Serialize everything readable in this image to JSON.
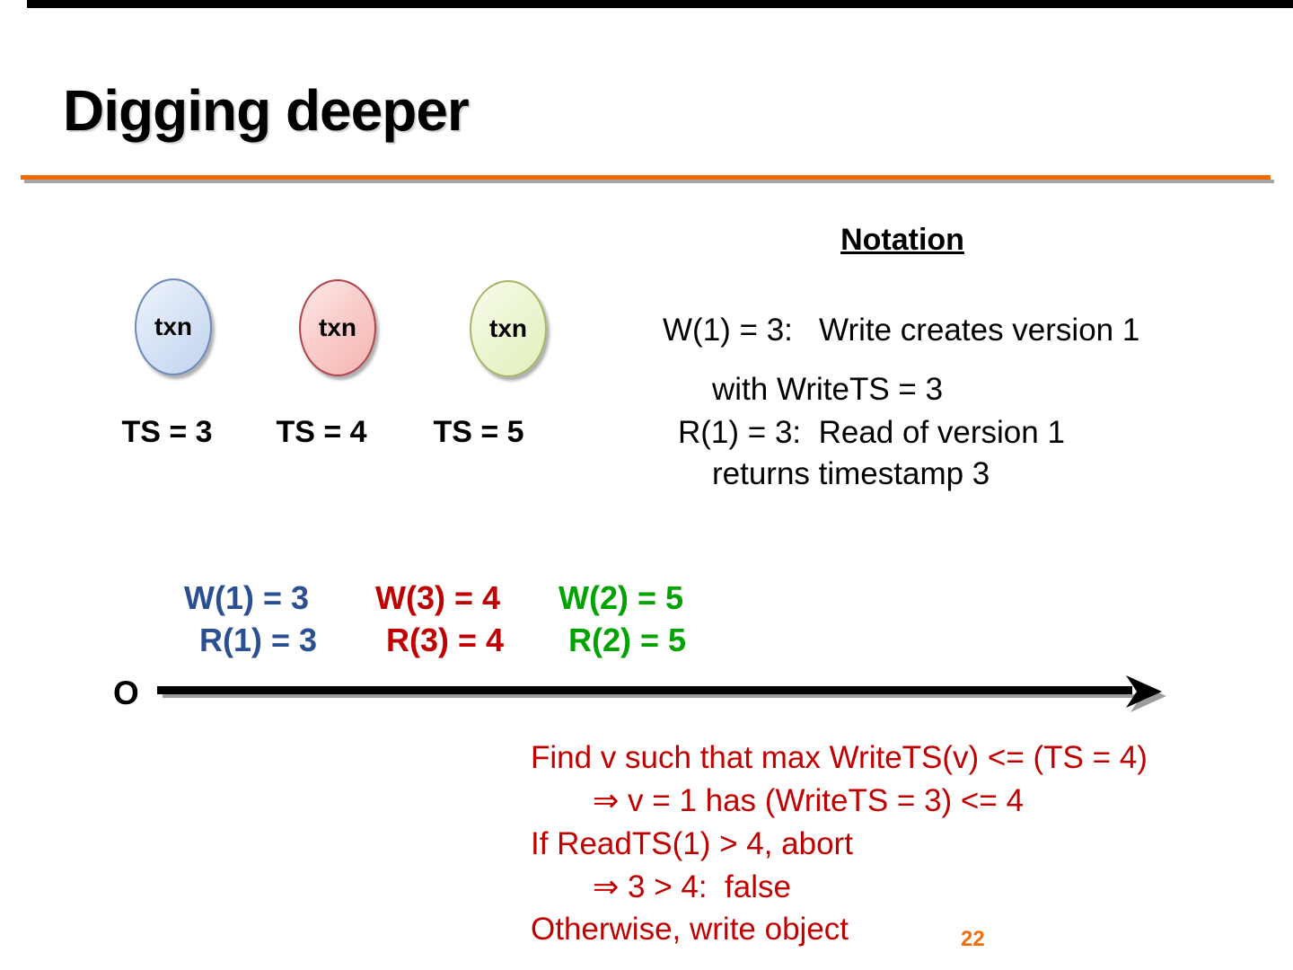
{
  "slide": {
    "title": "Digging deeper",
    "page_number": "22"
  },
  "colors": {
    "divider_orange": "#f06a00",
    "event_blue": "#2a4f92",
    "event_red": "#c00000",
    "event_green": "#00a300",
    "analysis_red": "#c00000",
    "page_number_orange": "#f26d0c",
    "ellipse_blue_fill": "#c3d4ee",
    "ellipse_red_fill": "#f5b5b2",
    "ellipse_green_fill": "#e2efbc"
  },
  "transactions": [
    {
      "label": "txn",
      "ts_label": "TS = 3",
      "color": "blue"
    },
    {
      "label": "txn",
      "ts_label": "TS = 4",
      "color": "red"
    },
    {
      "label": "txn",
      "ts_label": "TS = 5",
      "color": "green"
    }
  ],
  "notation": {
    "heading": "Notation",
    "lines": [
      "W(1) = 3:   Write creates version 1",
      "with WriteTS = 3",
      "R(1) = 3:  Read of version 1",
      "returns timestamp 3"
    ]
  },
  "timeline": {
    "object_label": "O",
    "writes": [
      {
        "text": "W(1) = 3",
        "color": "#2a4f92"
      },
      {
        "text": "W(3) = 4",
        "color": "#c00000"
      },
      {
        "text": "W(2) = 5",
        "color": "#00a300"
      }
    ],
    "reads": [
      {
        "text": "R(1) = 3",
        "color": "#2a4f92"
      },
      {
        "text": "R(3) = 4",
        "color": "#c00000"
      },
      {
        "text": "R(2) = 5",
        "color": "#00a300"
      }
    ]
  },
  "analysis": {
    "color": "#c00000",
    "lines": [
      "Find v such that max WriteTS(v) <= (TS = 4)",
      "⇒ v = 1 has (WriteTS = 3) <= 4",
      "If ReadTS(1) > 4, abort",
      "⇒ 3 > 4:  false",
      "Otherwise, write object"
    ]
  }
}
